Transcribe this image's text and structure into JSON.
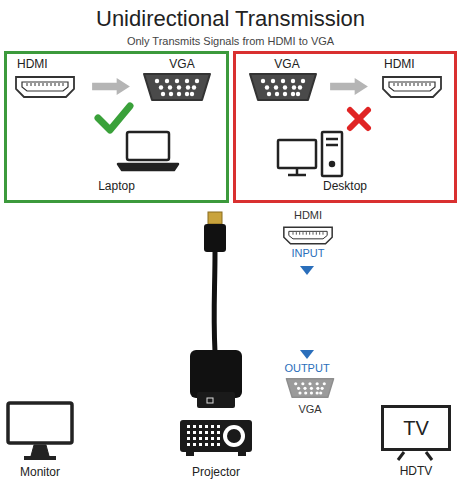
{
  "diagram": {
    "title": "Unidirectional Transmission",
    "nodes": [
      {
        "text": [
          "HDMI",
          "VGA",
          "Laptop"
        ]
      },
      {
        "text": [
          "VGA",
          "HDMI",
          "Desktop"
        ]
      },
      {
        "text": [
          "TV",
          "HDTV"
        ]
      }
    ],
    "labels": [
      "Only Transmits Signals from HDMI to VGA",
      "HDMI",
      "INPUT",
      "OUTPUT",
      "VGA",
      "Monitor",
      "Projector"
    ]
  }
}
